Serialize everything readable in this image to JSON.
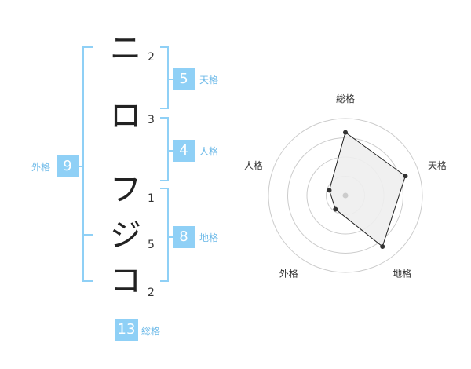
{
  "name": {
    "chars": [
      "ニ",
      "ロ",
      "フ",
      "ジ",
      "コ"
    ],
    "strokes": [
      "2",
      "3",
      "1",
      "5",
      "2"
    ]
  },
  "scores": {
    "tenkaku": {
      "label": "天格",
      "value": "5"
    },
    "jinkaku": {
      "label": "人格",
      "value": "4"
    },
    "chikaku": {
      "label": "地格",
      "value": "8"
    },
    "gaikaku": {
      "label": "外格",
      "value": "9"
    },
    "soukaku": {
      "label": "総格",
      "value": "13"
    }
  },
  "chart_data": {
    "type": "radar",
    "axes": [
      "総格",
      "天格",
      "地格",
      "外格",
      "人格"
    ],
    "values": [
      13,
      5,
      8,
      9,
      4
    ],
    "plotted_levels": [
      0.82,
      0.82,
      0.82,
      0.22,
      0.22
    ],
    "rings": 4,
    "colors": {
      "grid": "#cccccc",
      "fill": "#eeeeee",
      "line": "#222222",
      "point": "#333333",
      "center": "#cccccc"
    }
  },
  "colors": {
    "accent": "#8fd0f6",
    "bracket": "#8fd0f6",
    "label": "#6cb9e8"
  }
}
